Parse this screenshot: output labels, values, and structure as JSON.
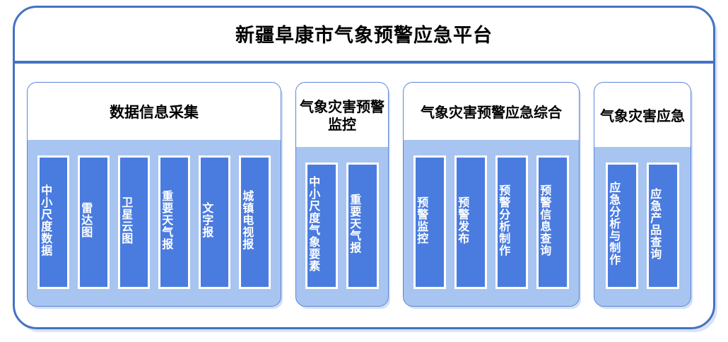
{
  "platform": {
    "title": "新疆阜康市气象预警应急平台",
    "frame_border_color": "#4472c4",
    "panel_background_color": "#a8c4f0",
    "item_bar_color": "#4a7ce0"
  },
  "groups": [
    {
      "id": "data-collection",
      "header": "数据信息采集",
      "items": [
        {
          "label": "中小尺度数据"
        },
        {
          "label": "雷达图"
        },
        {
          "label": "卫星云图"
        },
        {
          "label": "重要天气报"
        },
        {
          "label": "文字报"
        },
        {
          "label": "城镇电视报"
        }
      ]
    },
    {
      "id": "disaster-warning-monitoring",
      "header": "气象灾害预警监控",
      "items": [
        {
          "label": "中小尺度气象要素"
        },
        {
          "label": "重要天气报"
        }
      ]
    },
    {
      "id": "warning-emergency-integrated",
      "header": "气象灾害预警应急综合",
      "items": [
        {
          "label": "预警监控"
        },
        {
          "label": "预警发布"
        },
        {
          "label": "预警分析制作"
        },
        {
          "label": "预警信息查询"
        }
      ]
    },
    {
      "id": "disaster-emergency",
      "header": "气象灾害应急",
      "items": [
        {
          "label": "应急分析与制作"
        },
        {
          "label": "应急产品查询"
        }
      ]
    }
  ]
}
